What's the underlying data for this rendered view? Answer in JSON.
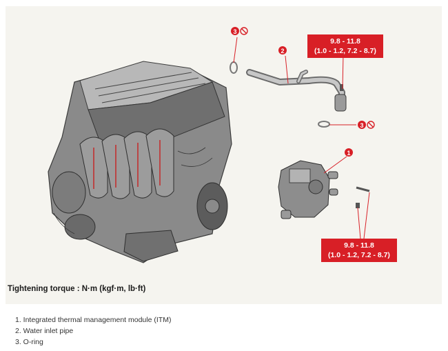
{
  "torque_top": {
    "line1": "9.8 - 11.8",
    "line2": "(1.0 - 1.2, 7.2 - 8.7)"
  },
  "torque_bottom": {
    "line1": "9.8 - 11.8",
    "line2": "(1.0 - 1.2, 7.2 - 8.7)"
  },
  "callouts": {
    "itm": "1",
    "pipe": "2",
    "oring_top": "3",
    "oring_bottom": "3"
  },
  "caption": "Tightening torque : N·m (kgf·m, lb·ft)",
  "legend": [
    "1. Integrated thermal management module (ITM)",
    "2. Water inlet pipe",
    "3. O-ring"
  ],
  "colors": {
    "accent": "#d81f26",
    "background": "#f5f4ef"
  }
}
